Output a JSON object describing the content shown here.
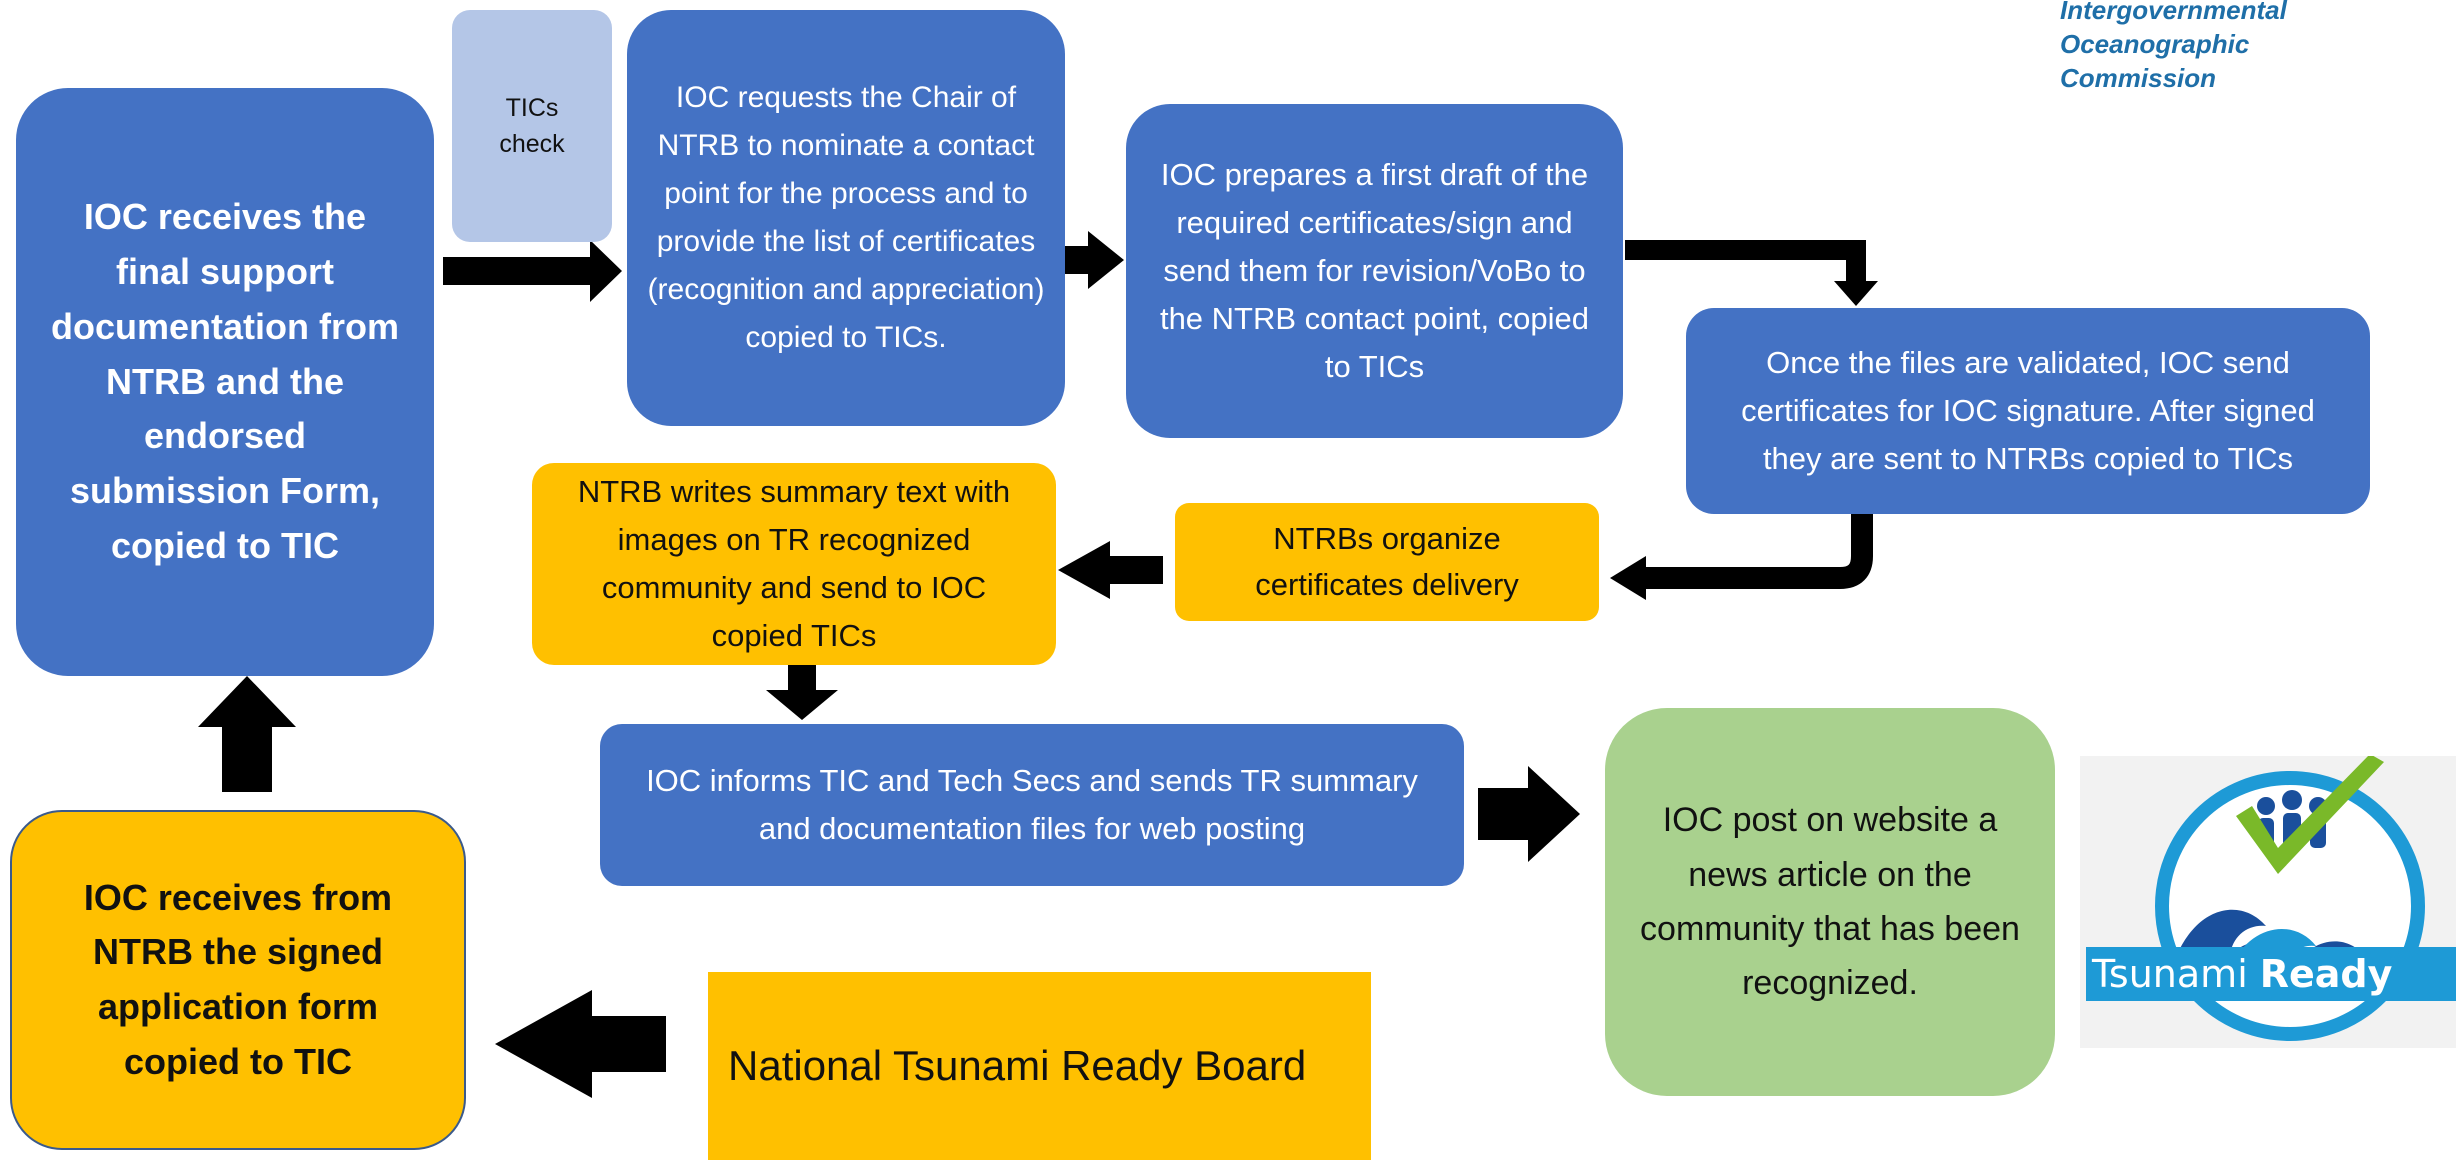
{
  "logo": {
    "lines": [
      "Intergovernmental",
      "Oceanographic",
      "Commission"
    ]
  },
  "badge": {
    "word1": "Tsunami",
    "word2": "Ready",
    "accent": "#7ab929",
    "ring": "#1e9ad6",
    "wave": "#1a4f9c"
  },
  "nodes": {
    "receives_final": "IOC receives the final support documentation from NTRB and the endorsed submission Form, copied to TIC",
    "tics_check": "TICs check",
    "requests_chair": "IOC requests  the Chair of NTRB to nominate a contact point for the process and to provide the list of certificates (recognition and appreciation) copied to TICs.",
    "prepares_draft": "IOC prepares a first draft of the required certificates/sign and send them for revision/VoBo to the NTRB contact point, copied to TICs",
    "files_validated": "Once the files are validated, IOC send certificates for IOC signature. After signed they are sent to NTRBs copied to TICs",
    "organize_delivery": "NTRBs organize certificates delivery",
    "writes_summary": "NTRB writes summary text with images on TR recognized community and send to IOC copied TICs",
    "informs_tic": "IOC informs TIC and Tech Secs and sends TR summary and documentation files for web posting",
    "post_website": "IOC post on website a news article on the community that has been recognized.",
    "receives_signed": "IOC receives from NTRB the signed application form copied to TIC",
    "national_board": "National Tsunami Ready Board"
  },
  "colors": {
    "blue": "#4472c4",
    "yellow": "#ffc000",
    "green": "#a9d18e",
    "light_blue": "#b4c6e7",
    "arrow": "#000000"
  }
}
